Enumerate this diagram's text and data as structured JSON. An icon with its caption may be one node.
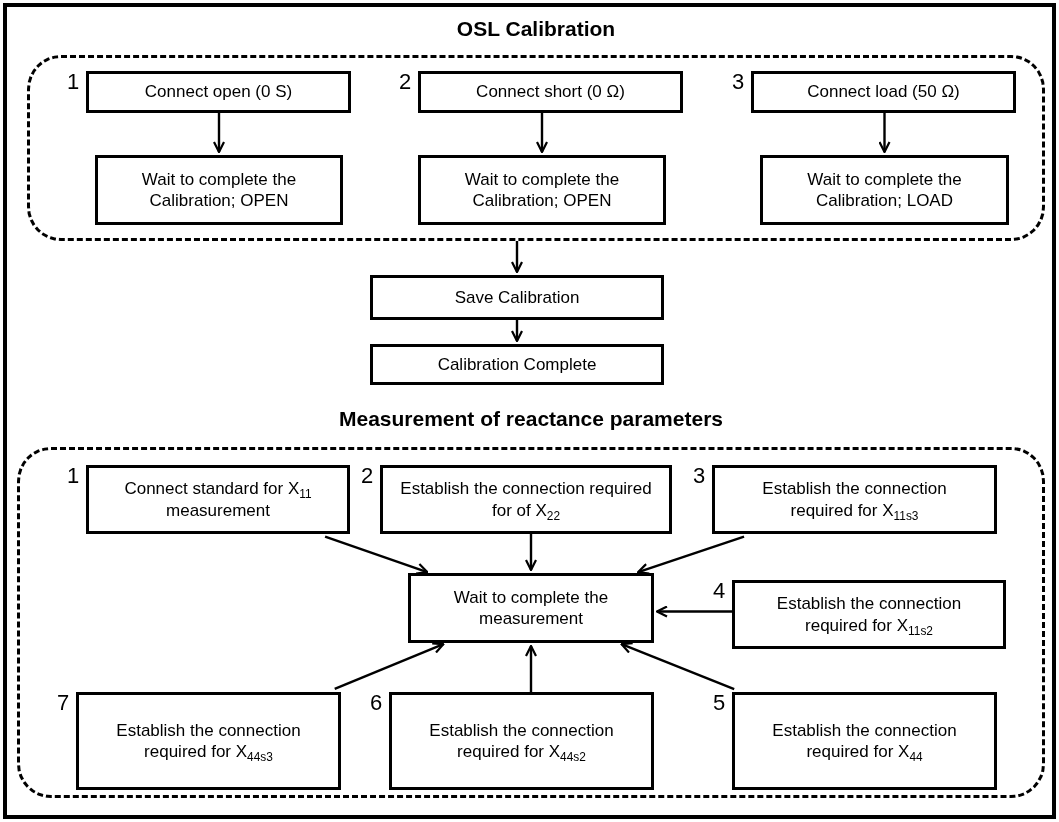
{
  "diagram": {
    "nodes": [
      {
        "text": [
          "OSL Calibration"
        ]
      },
      {
        "text": [
          "Connect open (0 S)"
        ],
        "in": 0,
        "beside": [
          "1"
        ]
      },
      {
        "text": [
          "Wait to complete the Calibration; OPEN"
        ],
        "in": 0
      },
      {
        "text": [
          "Connect short (0 Ω)"
        ],
        "in": 0,
        "beside": [
          "2"
        ]
      },
      {
        "text": [
          "Wait to complete the Calibration; OPEN"
        ],
        "in": 0
      },
      {
        "text": [
          "Connect load (50 Ω)"
        ],
        "in": 0,
        "beside": [
          "3"
        ]
      },
      {
        "text": [
          "Wait to complete the Calibration; LOAD"
        ],
        "in": 0
      },
      {
        "text": [
          "Save Calibration"
        ]
      },
      {
        "text": [
          "Calibration Complete"
        ]
      },
      {
        "text": [
          "Measurement of reactance parameters"
        ]
      },
      {
        "text": [
          "Connect standard for X$_{11}$ measurement"
        ],
        "in": 9,
        "beside": [
          "1"
        ]
      },
      {
        "text": [
          "Establish the connection required for of X$_{22}$"
        ],
        "in": 9,
        "beside": [
          "2"
        ]
      },
      {
        "text": [
          "Establish the connection required for X$_{11s3}$"
        ],
        "in": 9,
        "beside": [
          "3"
        ]
      },
      {
        "text": [
          "Wait to complete the measurement"
        ],
        "in": 9
      },
      {
        "text": [
          "Establish the connection required for X$_{11s2}$"
        ],
        "in": 9,
        "beside": [
          "4"
        ]
      },
      {
        "text": [
          "Establish the connection required for X$_{44s3}$"
        ],
        "in": 9,
        "beside": [
          "7"
        ]
      },
      {
        "text": [
          "Establish the connection required for X$_{44s2}$"
        ],
        "in": 9,
        "beside": [
          "6"
        ]
      },
      {
        "text": [
          "Establish the connection required for X$_{44}$"
        ],
        "in": 9,
        "beside": [
          "5"
        ]
      }
    ],
    "edges": [
      {
        "from": 1,
        "to": 2,
        "arrow": "to"
      },
      {
        "from": 3,
        "to": 4,
        "arrow": "to"
      },
      {
        "from": 5,
        "to": 6,
        "arrow": "to"
      },
      {
        "from": 0,
        "to": 7,
        "arrow": "to"
      },
      {
        "from": 7,
        "to": 8,
        "arrow": "to"
      },
      {
        "from": 10,
        "to": 13,
        "arrow": "to"
      },
      {
        "from": 11,
        "to": 13,
        "arrow": "to"
      },
      {
        "from": 12,
        "to": 13,
        "arrow": "to"
      },
      {
        "from": 14,
        "to": 13,
        "arrow": "to"
      },
      {
        "from": 15,
        "to": 13,
        "arrow": "to"
      },
      {
        "from": 16,
        "to": 13,
        "arrow": "to"
      },
      {
        "from": 17,
        "to": 13,
        "arrow": "to"
      }
    ]
  }
}
